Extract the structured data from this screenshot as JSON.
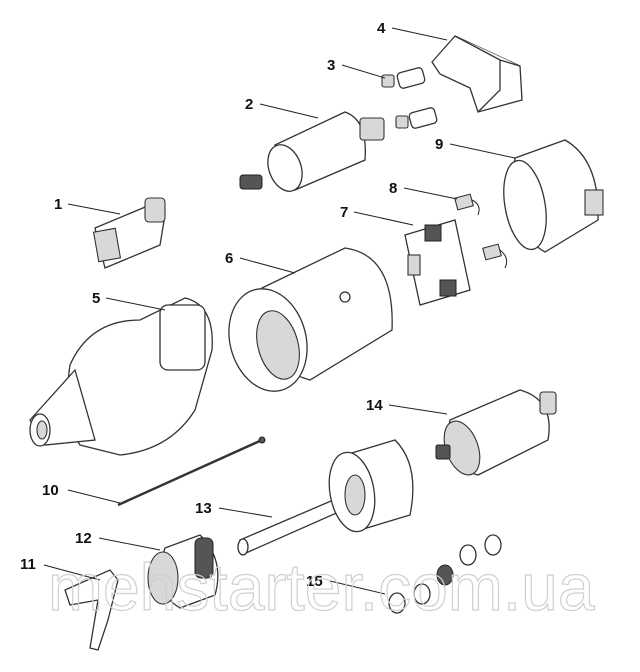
{
  "diagram": {
    "labels": [
      "1",
      "2",
      "3",
      "4",
      "5",
      "6",
      "7",
      "8",
      "9",
      "10",
      "11",
      "12",
      "13",
      "14",
      "15"
    ],
    "watermark": "mehstarter.com.ua"
  }
}
